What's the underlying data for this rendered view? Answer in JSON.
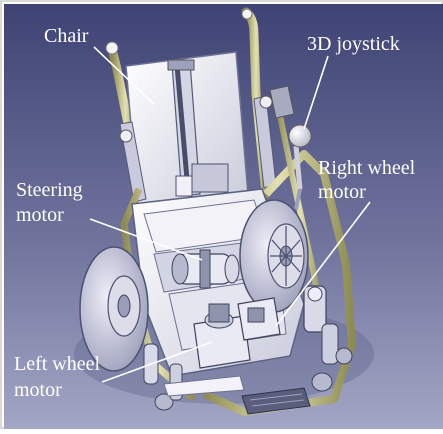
{
  "labels": {
    "chair": "Chair",
    "joystick": "3D joystick",
    "right_motor_line1": "Right wheel",
    "right_motor_line2": "motor",
    "steering_line1": "Steering",
    "steering_line2": "motor",
    "left_motor_line1": "Left wheel",
    "left_motor_line2": "motor"
  },
  "colors": {
    "background_top": "#3f4374",
    "background_bottom": "#a3a6c4",
    "frame_tube": "#c2bf86",
    "body_light": "#e6e6ee",
    "body_shadow": "#8f93ab",
    "wheel": "#c8c8dc",
    "label_text": "#ffffff"
  }
}
